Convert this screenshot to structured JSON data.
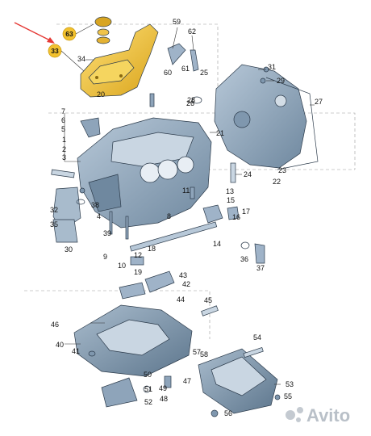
{
  "diagram": {
    "highlighted_callouts": [
      "63",
      "33"
    ],
    "highlight_color": "#f2c12e",
    "part_color": "#9fb3c8",
    "part_dark_color": "#5f7890",
    "arrow_color": "#e53935",
    "callouts": [
      "59",
      "62",
      "60",
      "61",
      "25",
      "34",
      "31",
      "29",
      "27",
      "28",
      "22",
      "23",
      "21",
      "24",
      "26",
      "17",
      "16",
      "15",
      "14",
      "18",
      "19",
      "20",
      "30",
      "32",
      "35",
      "36",
      "37",
      "38",
      "43",
      "42",
      "44",
      "45",
      "46",
      "40",
      "41",
      "47",
      "48",
      "49",
      "50",
      "51",
      "52",
      "53",
      "54",
      "55",
      "56",
      "57",
      "58",
      "1",
      "2",
      "3",
      "4",
      "5",
      "6",
      "7",
      "8",
      "9",
      "10",
      "11",
      "12",
      "13",
      "39"
    ]
  },
  "watermark": {
    "text": "Avito"
  }
}
